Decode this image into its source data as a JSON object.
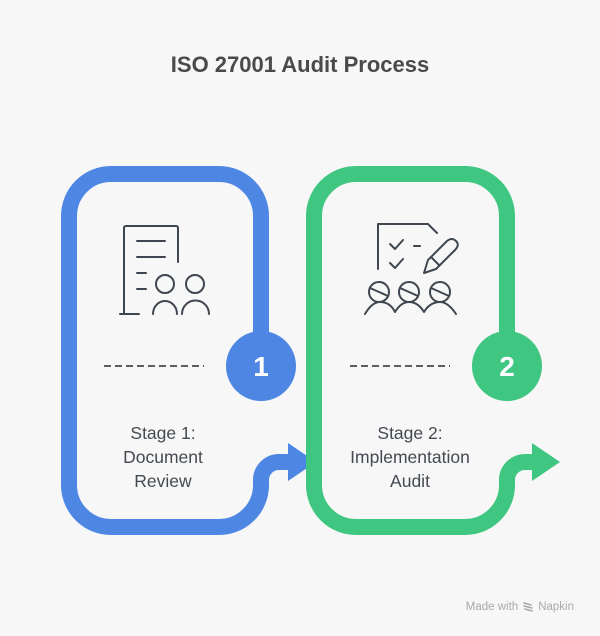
{
  "title": "ISO 27001 Audit Process",
  "colors": {
    "background": "#f7f7f7",
    "stage1": "#4e86e4",
    "stage2": "#3fc681",
    "icon_stroke": "#3f4650",
    "text": "#444a52",
    "title": "#4a4a4a"
  },
  "stages": [
    {
      "number": "1",
      "label_line1": "Stage 1:",
      "label_line2": "Document",
      "label_line3": "Review",
      "icon": "document-with-people-icon"
    },
    {
      "number": "2",
      "label_line1": "Stage 2:",
      "label_line2": "Implementation",
      "label_line3": "Audit",
      "icon": "checklist-pencil-group-icon"
    }
  ],
  "watermark": {
    "text_before": "Made with",
    "brand": "Napkin",
    "icon": "napkin-logo-icon"
  }
}
